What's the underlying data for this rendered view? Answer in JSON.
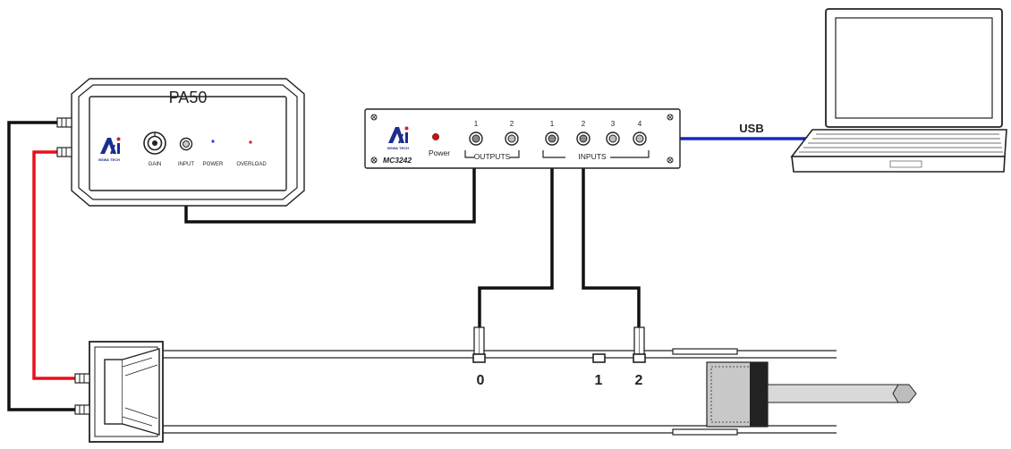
{
  "amplifier": {
    "model": "PA50",
    "brand": "BSWA TECH",
    "labels": {
      "gain": "GAIN",
      "input": "INPUT",
      "power": "POWER",
      "overload": "OVERLOAD"
    },
    "power_led_color": "#2b3fd6",
    "overload_led_color": "#d01a1a"
  },
  "daq": {
    "model": "MC3242",
    "brand": "BSWA TECH",
    "power_label": "Power",
    "power_led_color": "#d01010",
    "outputs_label": "OUTPUTS",
    "inputs_label": "INPUTS",
    "output_numbers": [
      "1",
      "2"
    ],
    "input_numbers": [
      "1",
      "2",
      "3",
      "4"
    ]
  },
  "link": {
    "label": "USB"
  },
  "tube": {
    "position_labels": [
      "0",
      "1",
      "2"
    ]
  },
  "colors": {
    "wire_black": "#111111",
    "wire_red": "#e8101a",
    "wire_usb": "#1626c8",
    "brand_blue": "#1b2e8c",
    "brand_red": "#d61f26"
  }
}
